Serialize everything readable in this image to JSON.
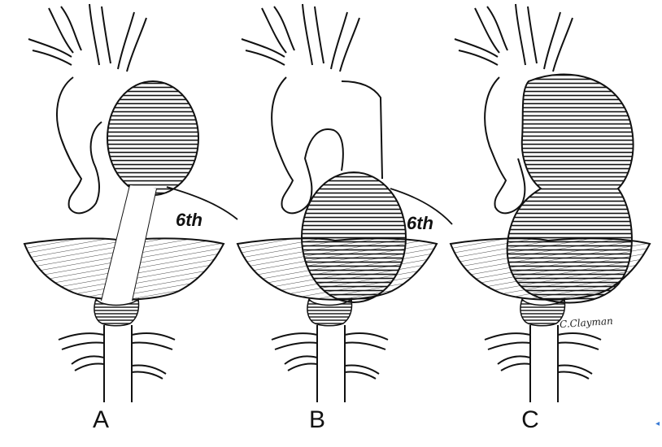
{
  "panels": [
    {
      "label": "A",
      "rib_label": "6th"
    },
    {
      "label": "B",
      "rib_label": "6th"
    },
    {
      "label": "C",
      "rib_label": ""
    }
  ],
  "signature": "C.Clayman",
  "nav_marker": "◂",
  "colors": {
    "ink": "#111111",
    "background": "#ffffff",
    "marker": "#3a7bd5"
  }
}
